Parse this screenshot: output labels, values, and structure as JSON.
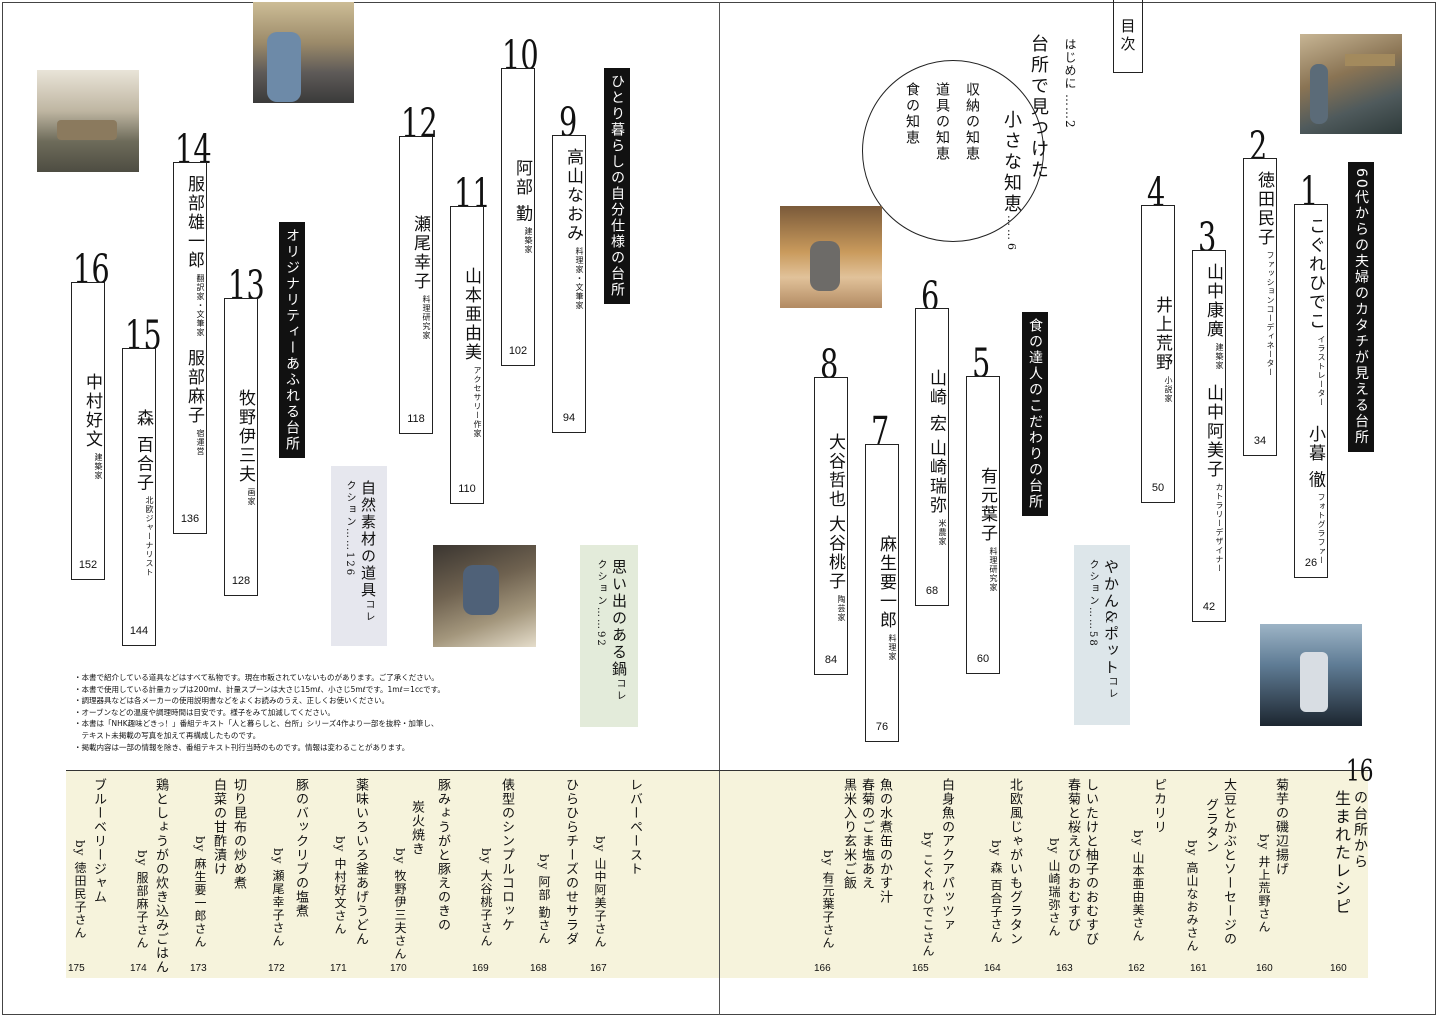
{
  "toc_label": "目次",
  "hajime": {
    "label": "はじめに",
    "page": "……2"
  },
  "intro": {
    "title_a": "台所で見つけた",
    "title_b": "小さな知恵",
    "page": "……6",
    "items": [
      "収納の知恵",
      "道具の知恵",
      "食の知恵"
    ]
  },
  "sections": {
    "s1": "60代からの夫婦のカタチが見える台所",
    "s2": "食の達人のこだわりの台所",
    "s3": "ひとり暮らしの自分仕様の台所",
    "s4": "オリジナリティーあふれる台所"
  },
  "entries": [
    {
      "num": "1",
      "names": [
        "こぐれひでこ",
        "イラストレーター",
        "小暮 徹",
        "フォトグラファー"
      ],
      "page": "26"
    },
    {
      "num": "2",
      "names": [
        "徳田民子",
        "ファッションコーディネーター"
      ],
      "page": "34"
    },
    {
      "num": "3",
      "names": [
        "山中康廣",
        "建築家",
        "山中阿美子",
        "カトラリーデザイナー"
      ],
      "page": "42"
    },
    {
      "num": "4",
      "names": [
        "井上荒野",
        "小説家"
      ],
      "page": "50"
    },
    {
      "num": "5",
      "names": [
        "有元葉子",
        "料理研究家"
      ],
      "page": "60"
    },
    {
      "num": "6",
      "names": [
        "山崎 宏",
        "山崎瑞弥",
        "米農家"
      ],
      "page": "68"
    },
    {
      "num": "7",
      "names": [
        "麻生要一郎",
        "料理家"
      ],
      "page": "76"
    },
    {
      "num": "8",
      "names": [
        "大谷哲也",
        "大谷桃子",
        "陶芸家"
      ],
      "page": "84"
    },
    {
      "num": "9",
      "names": [
        "高山なおみ",
        "料理家・文筆家"
      ],
      "page": "94"
    },
    {
      "num": "10",
      "names": [
        "阿部 勤",
        "建築家"
      ],
      "page": "102"
    },
    {
      "num": "11",
      "names": [
        "山本亜由美",
        "アクセサリー作家"
      ],
      "page": "110"
    },
    {
      "num": "12",
      "names": [
        "瀬尾幸子",
        "料理研究家"
      ],
      "page": "118"
    },
    {
      "num": "13",
      "names": [
        "牧野伊三夫",
        "画家"
      ],
      "page": "128"
    },
    {
      "num": "14",
      "names": [
        "服部雄一郎",
        "翻訳家・文筆家",
        "服部麻子",
        "宿運営"
      ],
      "page": "136"
    },
    {
      "num": "15",
      "names": [
        "森 百合子",
        "北欧ジャーナリスト"
      ],
      "page": "144"
    },
    {
      "num": "16",
      "names": [
        "中村好文",
        "建築家"
      ],
      "page": "152"
    }
  ],
  "collections": [
    {
      "title": "やかん&ポット",
      "sub": "コレクション",
      "page": "……58"
    },
    {
      "title": "思い出のある鍋",
      "sub": "コレクション",
      "page": "……92"
    },
    {
      "title": "自然素材の道具",
      "sub": "コレクション",
      "page": "……126"
    }
  ],
  "notes": [
    "・本書で紹介している道具などはすべて私物です。現在市販されていないものがあります。ご了承ください。",
    "・本書で使用している計量カップは200mℓ、計量スプーンは大さじ15mℓ、小さじ5mℓです。1mℓ＝1ccです。",
    "・調理器具などは各メーカーの使用説明書などをよくお読みのうえ、正しくお使いください。",
    "・オーブンなどの温度や調理時間は目安です。様子をみて加減してください。",
    "・本書は「NHK趣味どきっ！」番組テキスト「人と暮らしと、台所」シリーズ4作より一部を抜粋・加筆し、",
    "　テキスト未掲載の写真を加えて再構成したものです。",
    "・掲載内容は一部の情報を除き、番組テキスト刊行当時のものです。情報は変わることがあります。"
  ],
  "recipe_header": {
    "num": "16",
    "line1": "の台所から",
    "line2": "生まれたレシピ",
    "page": "160"
  },
  "recipes": [
    {
      "title": [
        "菊芋の磯辺揚げ"
      ],
      "by": "by 井上荒野さん",
      "page": "160"
    },
    {
      "title": [
        "大豆とかぶとソーセージの",
        "グラタン"
      ],
      "by": "by 高山なおみさん",
      "page": "161"
    },
    {
      "title": [
        "ピカリリ"
      ],
      "by": "by 山本亜由美さん",
      "page": "162"
    },
    {
      "title": [
        "しいたけと柚子のおむすび",
        "春菊と桜えびのおむすび"
      ],
      "by": "by 山崎瑞弥さん",
      "page": "163"
    },
    {
      "title": [
        "北欧風じゃがいもグラタン"
      ],
      "by": "by 森 百合子さん",
      "page": "164"
    },
    {
      "title": [
        "白身魚のアクアパッツァ"
      ],
      "by": "by こぐれひでこさん",
      "page": "165"
    },
    {
      "title": [
        "魚の水煮缶のかす汁",
        "春菊のごま塩あえ",
        "黒米入り玄米ご飯"
      ],
      "by": "by 有元葉子さん",
      "page": "166"
    },
    {
      "title": [
        "レバーペースト"
      ],
      "by": "by 山中阿美子さん",
      "page": "167"
    },
    {
      "title": [
        "ひらひらチーズのせサラダ"
      ],
      "by": "by 阿部 勤さん",
      "page": "168"
    },
    {
      "title": [
        "俵型のシンプルコロッケ"
      ],
      "by": "by 大谷桃子さん",
      "page": "169"
    },
    {
      "title": [
        "豚みょうがと豚えのきの",
        "炭火焼き"
      ],
      "by": "by 牧野伊三夫さん",
      "page": "170"
    },
    {
      "title": [
        "薬味いろいろ釜あげうどん"
      ],
      "by": "by 中村好文さん",
      "page": "171"
    },
    {
      "title": [
        "豚のバックリブの塩煮"
      ],
      "by": "by 瀬尾幸子さん",
      "page": "172"
    },
    {
      "title": [
        "切り昆布の炒め煮",
        "白菜の甘酢漬け"
      ],
      "by": "by 麻生要一郎さん",
      "page": "173"
    },
    {
      "title": [
        "鶏としょうがの炊き込みごはん"
      ],
      "by": "by 服部麻子さん",
      "page": "174"
    },
    {
      "title": [
        "ブルーベリージャム"
      ],
      "by": "by 徳田民子さん",
      "page": "175"
    }
  ]
}
